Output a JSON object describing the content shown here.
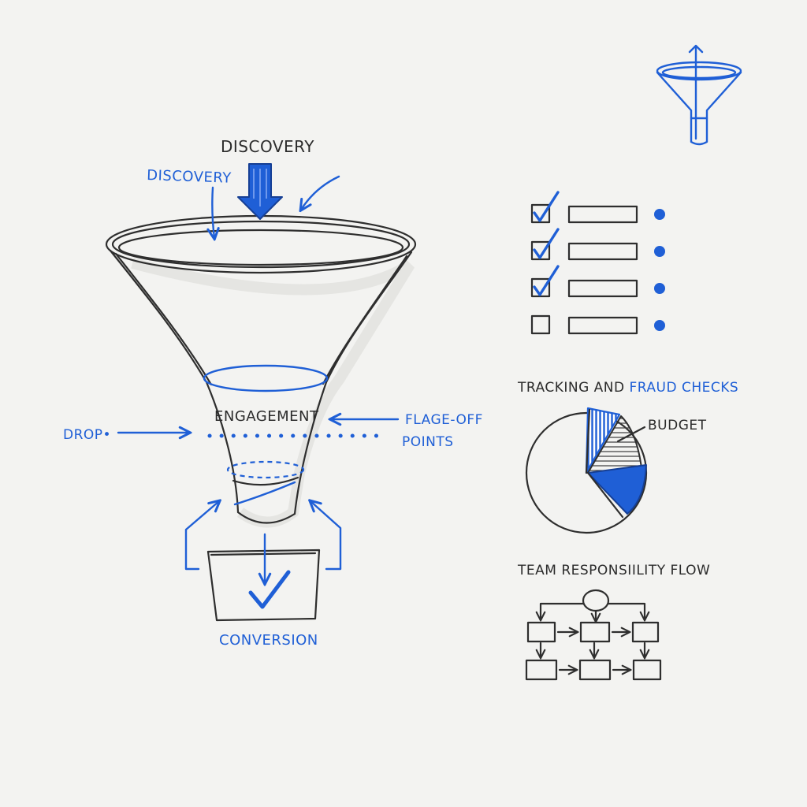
{
  "funnel": {
    "top_label": "Discovery",
    "side_label": "Discovery",
    "middle_label": "Engagement",
    "drop_label": "Drop•",
    "dropoff_label_line1": "Flage-off",
    "dropoff_label_line2": "points",
    "conversion_label": "Conversion"
  },
  "checklist": {
    "items": [
      {
        "checked": true
      },
      {
        "checked": true
      },
      {
        "checked": true
      },
      {
        "checked": false
      }
    ]
  },
  "tracking": {
    "title_part1": "Tracking and ",
    "title_part2": "Fraud checks",
    "budget_label": "Budget"
  },
  "team_flow": {
    "title": "Team responsiility flow"
  },
  "colors": {
    "ink": "#2b2b2b",
    "accent": "#1f5fd6",
    "paper": "#f3f3f1"
  }
}
